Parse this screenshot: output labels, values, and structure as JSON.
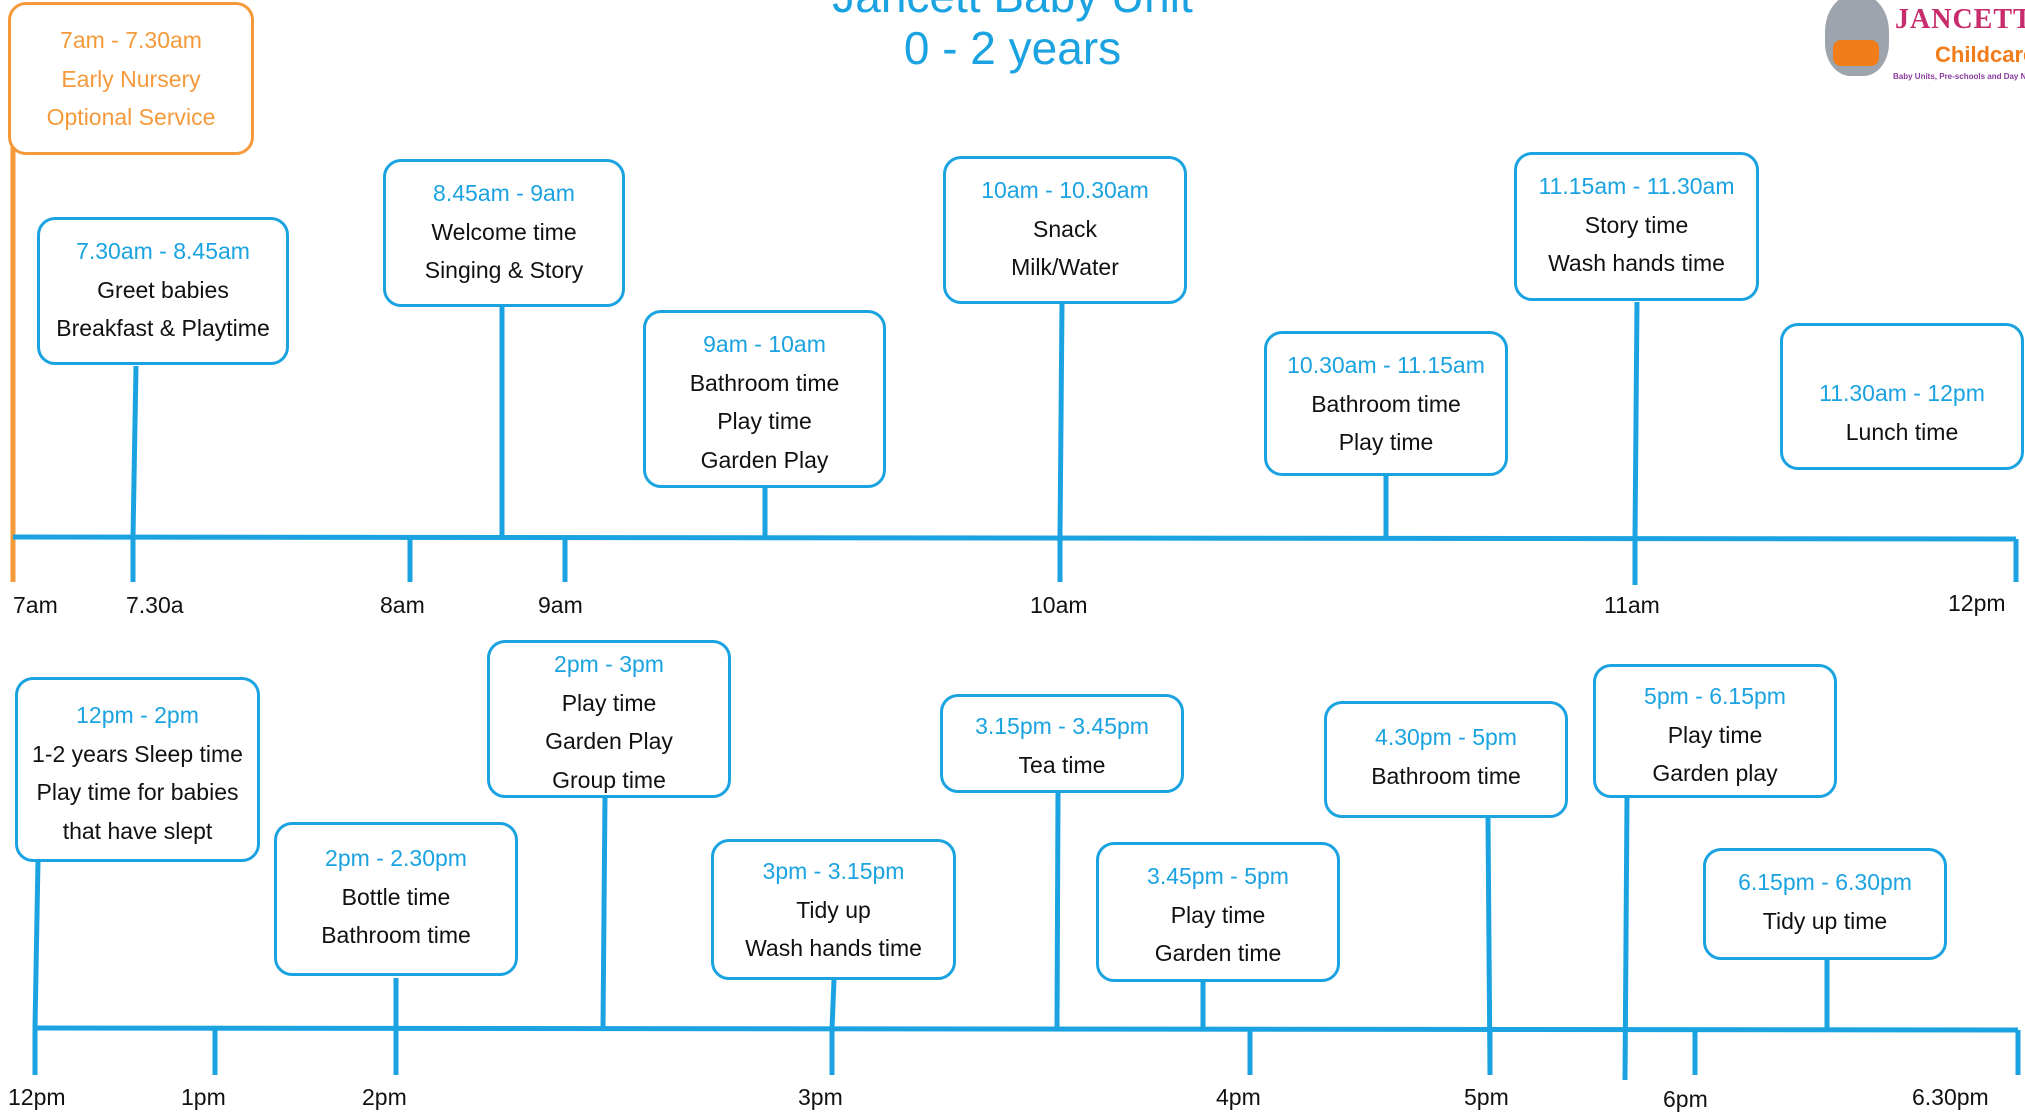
{
  "title": {
    "line1": "Jancett Baby Unit",
    "line2": "0 - 2 years"
  },
  "logo": {
    "brand_top": "JANCETT",
    "brand_bottom": "Childcare",
    "tagline": "Baby Units, Pre-schools and Day Nurseries"
  },
  "morning": {
    "early_box": {
      "time": "7am - 7.30am",
      "lines": [
        "Early Nursery",
        "Optional Service"
      ]
    },
    "boxes": [
      {
        "time": "7.30am - 8.45am",
        "lines": [
          "Greet babies",
          "Breakfast & Playtime"
        ]
      },
      {
        "time": "8.45am - 9am",
        "lines": [
          "Welcome time",
          "Singing & Story"
        ]
      },
      {
        "time": "9am - 10am",
        "lines": [
          "Bathroom time",
          "Play time",
          "Garden Play"
        ]
      },
      {
        "time": "10am - 10.30am",
        "lines": [
          "Snack",
          "Milk/Water"
        ]
      },
      {
        "time": "10.30am - 11.15am",
        "lines": [
          "Bathroom time",
          "Play time"
        ]
      },
      {
        "time": "11.15am - 11.30am",
        "lines": [
          "Story time",
          "Wash hands time"
        ]
      },
      {
        "time": "11.30am - 12pm",
        "lines": [
          "Lunch time"
        ]
      }
    ],
    "tick_labels": [
      "7am",
      "7.30a",
      "8am",
      "9am",
      "10am",
      "11am",
      "12pm"
    ]
  },
  "afternoon": {
    "boxes": [
      {
        "time": "12pm - 2pm",
        "lines": [
          "1-2 years  Sleep time",
          "Play time for babies",
          "that have slept"
        ]
      },
      {
        "time": "2pm - 2.30pm",
        "lines": [
          "Bottle time",
          "Bathroom time"
        ]
      },
      {
        "time": "2pm - 3pm",
        "lines": [
          "Play time",
          "Garden Play",
          "Group time"
        ]
      },
      {
        "time": "3pm - 3.15pm",
        "lines": [
          "Tidy up",
          "Wash hands time"
        ]
      },
      {
        "time": "3.15pm - 3.45pm",
        "lines": [
          "Tea time"
        ]
      },
      {
        "time": "3.45pm - 5pm",
        "lines": [
          "Play time",
          "Garden time"
        ]
      },
      {
        "time": "4.30pm - 5pm",
        "lines": [
          "Bathroom time"
        ]
      },
      {
        "time": "5pm - 6.15pm",
        "lines": [
          "Play time",
          "Garden play"
        ]
      },
      {
        "time": "6.15pm - 6.30pm",
        "lines": [
          "Tidy up time"
        ]
      }
    ],
    "tick_labels": [
      "12pm",
      "1pm",
      "2pm",
      "3pm",
      "4pm",
      "5pm",
      "6pm",
      "6.30pm"
    ]
  },
  "colors": {
    "accent_blue": "#1aa3e0",
    "early_orange": "#f59a3b",
    "text": "#111111"
  }
}
